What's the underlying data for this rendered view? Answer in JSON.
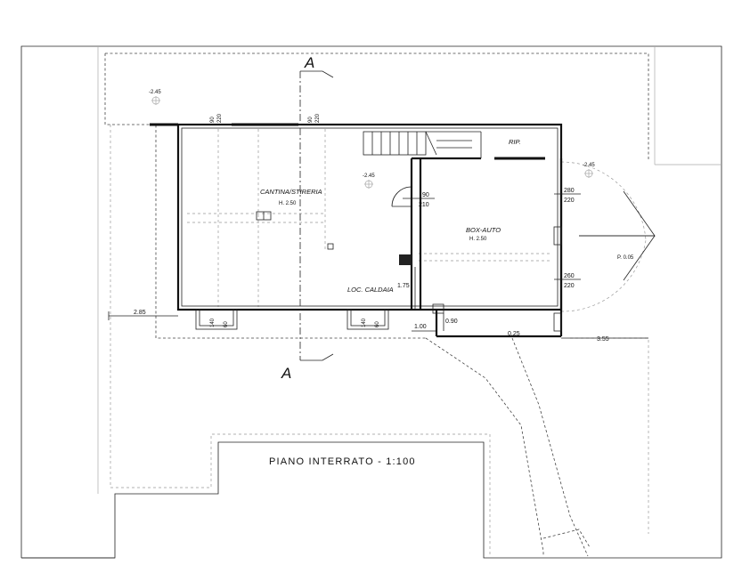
{
  "title": "PIANO INTERRATO - 1:100",
  "section_marker": "A",
  "rooms": {
    "cantina": {
      "name": "CANTINA/STIRERIA",
      "height": "H. 2.50"
    },
    "box": {
      "name": "BOX-AUTO",
      "height": "H. 2.50"
    },
    "caldaia": {
      "name": "LOC. CALDAIA"
    },
    "rip": {
      "name": "RIP."
    }
  },
  "openings": {
    "top_window_1": [
      "90",
      "220"
    ],
    "top_window_2": [
      "90",
      "220"
    ],
    "door_caldaia": [
      "90",
      "210"
    ],
    "box_door_1": [
      "280",
      "220"
    ],
    "box_door_2": [
      "260",
      "220"
    ],
    "bottom_window_1": [
      "140",
      "60"
    ],
    "bottom_window_2": [
      "140",
      "60"
    ]
  },
  "dimensions": {
    "left": "2.85",
    "caldaia_width": "1.75",
    "pier": "0.90",
    "step": "1.00",
    "ramp": "0.25",
    "right": "3.55"
  },
  "levels": {
    "top_left": "-2.45",
    "interior": "-2.45",
    "right": "-2.45"
  },
  "note_right": "P. 0.05"
}
